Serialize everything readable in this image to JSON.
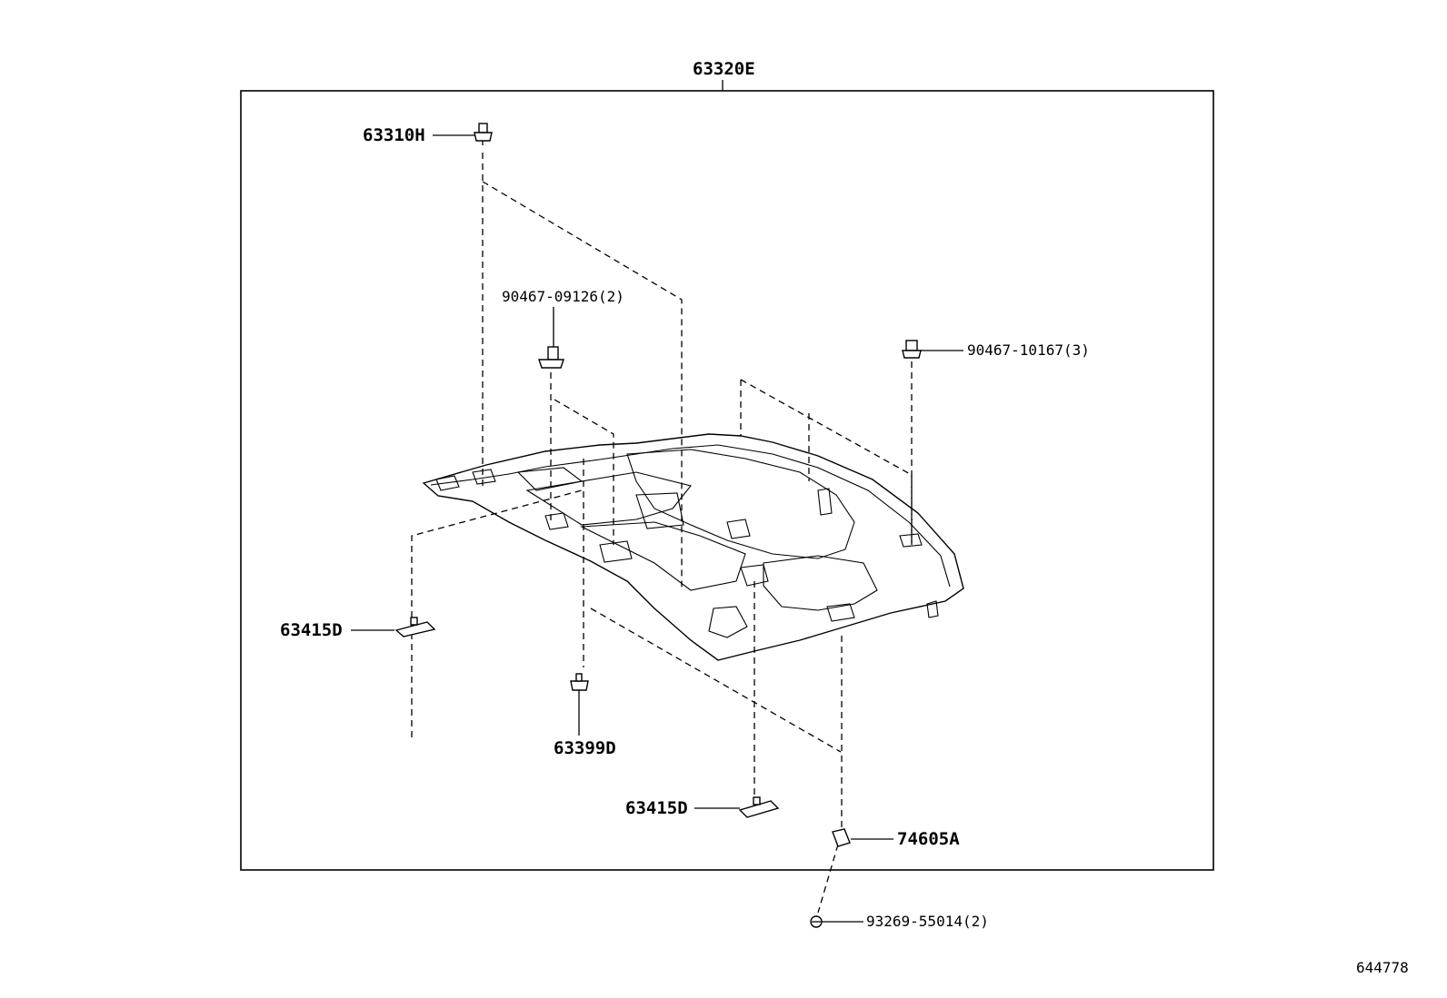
{
  "diagram": {
    "assembly_label": "63320E",
    "labels": {
      "p63310H": "63310H",
      "p90467_09126": "90467-09126(2)",
      "p90467_10167": "90467-10167(3)",
      "p63415D_left": "63415D",
      "p63399D": "63399D",
      "p63415D_bottom": "63415D",
      "p74605A": "74605A",
      "p93269_55014": "93269-55014(2)"
    },
    "figure_number": "644778"
  }
}
